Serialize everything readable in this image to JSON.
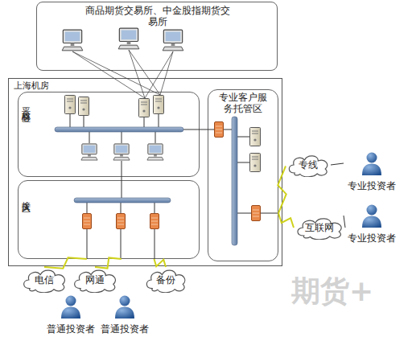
{
  "diagram": {
    "nodes": [
      {
        "text": [
          "商品期货交易所、中金股指期货交易所"
        ]
      },
      {
        "text": [
          "上海机房"
        ]
      },
      {
        "text": [
          "平台核心区"
        ],
        "in": 1
      },
      {
        "text": [
          "接入区"
        ],
        "in": 1
      },
      {
        "text": [
          "专业客户服务托管区"
        ],
        "in": 1
      },
      {
        "text": [
          "电信"
        ]
      },
      {
        "text": [
          "网通"
        ]
      },
      {
        "text": [
          "备份"
        ]
      },
      {
        "text": [
          "专线"
        ]
      },
      {
        "text": [
          "互联网"
        ]
      },
      {
        "text": [
          "普通投资者"
        ]
      },
      {
        "text": [
          "普通投资者"
        ]
      },
      {
        "text": [
          "专业投资者"
        ]
      },
      {
        "text": [
          "专业投资者"
        ]
      }
    ],
    "edges": [
      {
        "from": 3,
        "to": 5,
        "arrow": "none"
      },
      {
        "from": 3,
        "to": 6,
        "arrow": "none"
      },
      {
        "from": 3,
        "to": 7,
        "arrow": "none"
      },
      {
        "from": 4,
        "to": 8,
        "arrow": "none"
      },
      {
        "from": 4,
        "to": 9,
        "arrow": "none"
      },
      {
        "from": 8,
        "to": 12,
        "arrow": "none"
      },
      {
        "from": 9,
        "to": 13,
        "arrow": "none"
      }
    ],
    "labels": [
      "期货+"
    ]
  }
}
